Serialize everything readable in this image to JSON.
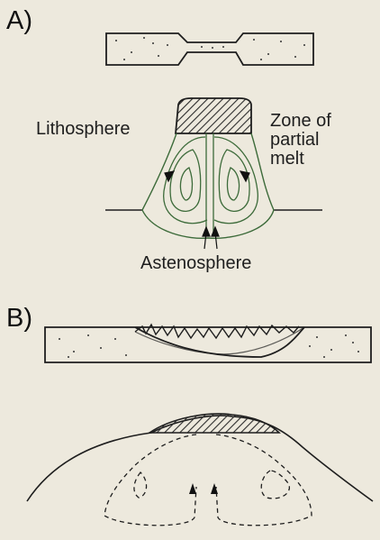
{
  "panel_a": {
    "letter": "A)",
    "labels": {
      "lithosphere": "Lithosphere",
      "zone_line1": "Zone of",
      "zone_line2": "partial",
      "zone_line3": "melt",
      "asthenosphere": "Astenosphere"
    }
  },
  "panel_b": {
    "letter": "B)"
  },
  "colors": {
    "background": "#ede9dd",
    "ink": "#1e1e1e",
    "green_line": "#3d6b3a",
    "hatch": "#2a2a2a"
  }
}
